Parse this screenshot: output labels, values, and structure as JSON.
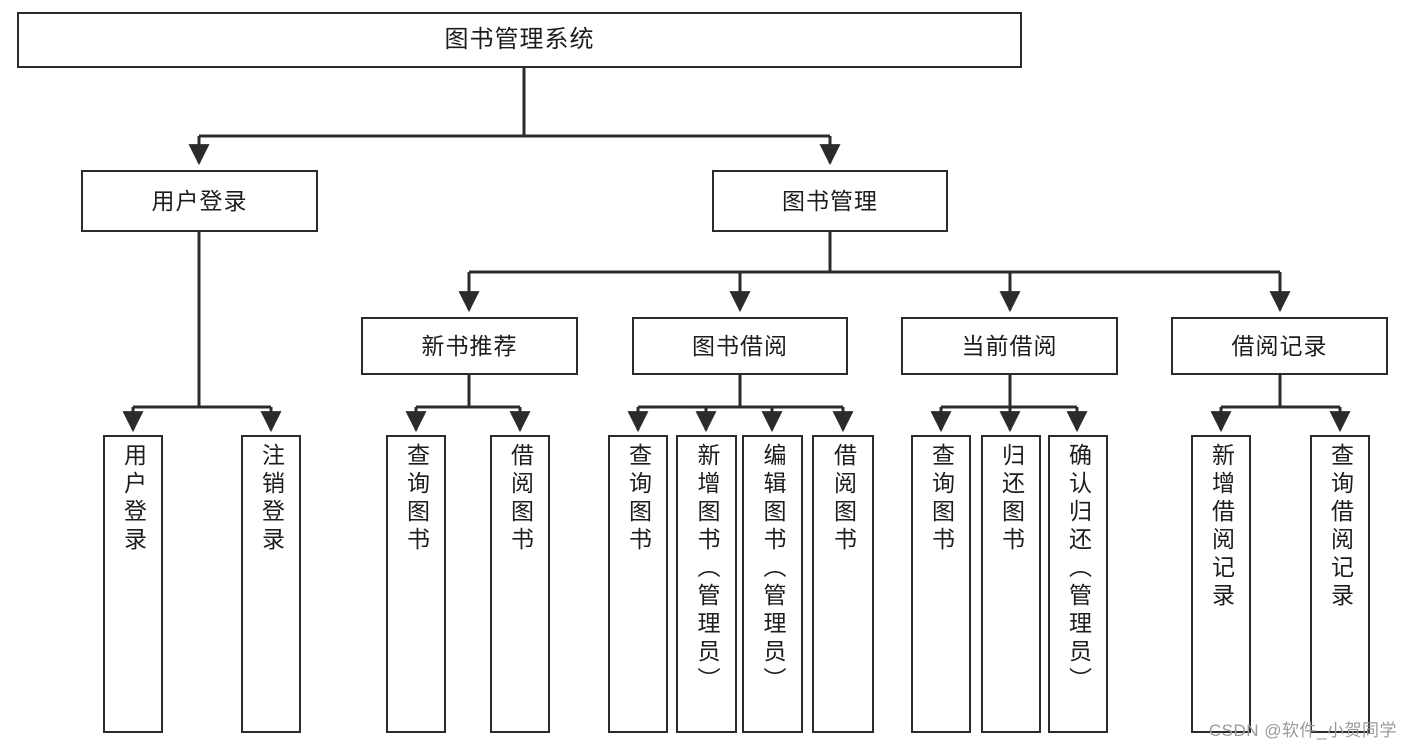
{
  "diagram": {
    "title": "图书管理系统",
    "type": "tree-hierarchy",
    "watermark": "CSDN @软件_小贺同学",
    "colors": {
      "stroke": "#2b2b2b",
      "fill": "#ffffff",
      "text": "#1d1d1d",
      "watermark": "#9a9a9a"
    },
    "nodes": {
      "root": {
        "label": "图书管理系统"
      },
      "level2": [
        {
          "label": "用户登录"
        },
        {
          "label": "图书管理"
        }
      ],
      "level3": [
        {
          "label": "新书推荐"
        },
        {
          "label": "图书借阅"
        },
        {
          "label": "当前借阅"
        },
        {
          "label": "借阅记录"
        }
      ],
      "leaves": {
        "user_login": [
          {
            "label": "用户登录"
          },
          {
            "label": "注销登录"
          }
        ],
        "new_book_recommend": [
          {
            "label": "查询图书"
          },
          {
            "label": "借阅图书"
          }
        ],
        "book_borrow": [
          {
            "label": "查询图书"
          },
          {
            "label": "新增图书（管理员）"
          },
          {
            "label": "编辑图书（管理员）"
          },
          {
            "label": "借阅图书"
          }
        ],
        "current_borrow": [
          {
            "label": "查询图书"
          },
          {
            "label": "归还图书"
          },
          {
            "label": "确认归还（管理员）"
          }
        ],
        "borrow_record": [
          {
            "label": "新增借阅记录"
          },
          {
            "label": "查询借阅记录"
          }
        ]
      }
    }
  }
}
